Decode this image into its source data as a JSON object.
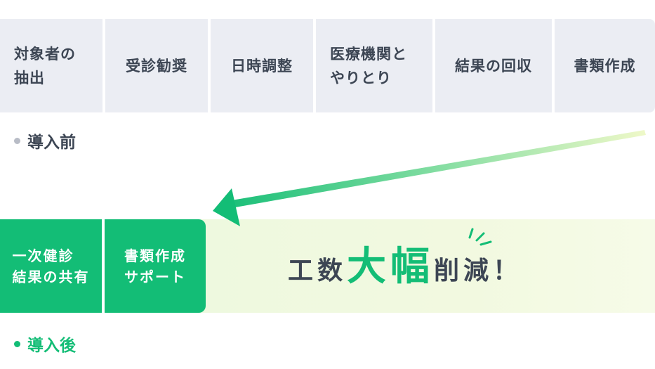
{
  "before": {
    "label": "導入前",
    "steps": [
      "対象者の\n抽出",
      "受診勧奨",
      "日時調整",
      "医療機関と\nやりとり",
      "結果の回収",
      "書類作成"
    ]
  },
  "after": {
    "label": "導入後",
    "steps": [
      "一次健診\n結果の共有",
      "書類作成\nサポート"
    ]
  },
  "headline": {
    "part1": "工数",
    "part2": "大幅",
    "part3": "削減！"
  },
  "colors": {
    "green": "#13bd76",
    "gray": "#ebedf3",
    "text": "#3d4654"
  }
}
